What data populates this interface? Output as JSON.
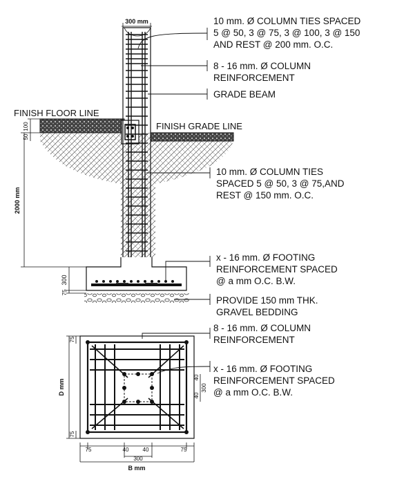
{
  "elevation": {
    "column_width": "300 mm",
    "height": "2000 mm",
    "slab_dims": [
      "50",
      "100"
    ],
    "footing_dims": [
      "300",
      "75"
    ],
    "finish_floor_line": "FINISH FLOOR LINE",
    "finish_grade_line": "FINISH GRADE LINE"
  },
  "notes": {
    "column_ties_top": "10 mm. Ø COLUMN TIES SPACED\n5 @ 50, 3 @ 75, 3 @ 100, 3 @ 150\nAND REST @ 200 mm. O.C.",
    "column_reinf_top": "8 - 16 mm. Ø COLUMN\nREINFORCEMENT",
    "grade_beam": "GRADE BEAM",
    "column_ties_mid": "10 mm. Ø COLUMN TIES\nSPACED 5 @ 50, 3 @ 75,AND\nREST @ 150 mm. O.C.",
    "footing_reinf_elev": "x - 16 mm.  Ø FOOTING\nREINFORCEMENT SPACED\n@ a mm O.C. B.W.",
    "gravel": "PROVIDE 150 mm THK.\nGRAVEL BEDDING",
    "column_reinf_plan": "8 - 16 mm. Ø COLUMN\nREINFORCEMENT",
    "footing_reinf_plan": "x - 16 mm.  Ø FOOTING\nREINFORCEMENT SPACED\n@ a  mm O.C. B.W."
  },
  "plan": {
    "depth": "D mm",
    "breadth": "B mm",
    "edge_cover": "75",
    "bottom_dims": [
      "75",
      "40",
      "40",
      "75"
    ],
    "column": "300",
    "side_dims": [
      "40",
      "300",
      "40"
    ]
  }
}
